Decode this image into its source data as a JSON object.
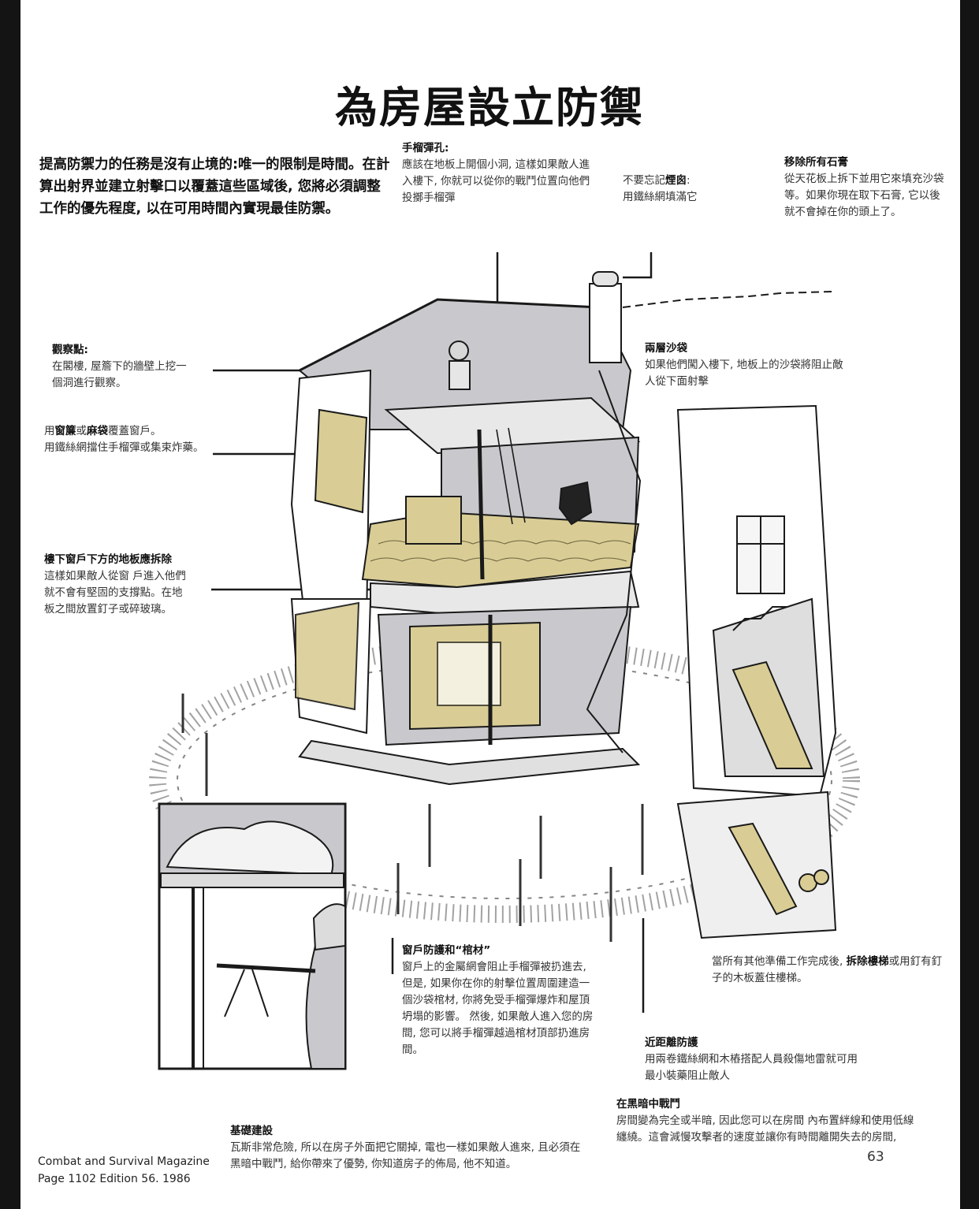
{
  "title": "為房屋設立防禦",
  "intro": "提高防禦力的任務是沒有止境的:唯一的限制是時間。在計算出射界並建立射擊口以覆蓋這些區域後, 您將必須調整工作的優先程度, 以在可用時間內實現最佳防禦。",
  "callouts": {
    "grenade_hole": {
      "heading": "手榴彈孔:",
      "body": "應該在地板上開個小洞, 這樣如果敵人進入樓下, 你就可以從你的戰鬥位置向他們投擲手榴彈"
    },
    "chimney": {
      "prefix": "不要忘記",
      "keyword": "煙囪",
      "suffix": ":",
      "body": "用鐵絲網填滿它"
    },
    "plaster": {
      "heading": "移除所有石膏",
      "body": "從天花板上拆下並用它來填充沙袋等。如果你現在取下石膏, 它以後就不會掉在你的頭上了。"
    },
    "observation": {
      "heading": "觀察點:",
      "body": "在閣樓, 屋簷下的牆壁上挖一個洞進行觀察。"
    },
    "windows": {
      "text_1": "用",
      "kw_1": "窗簾",
      "text_2": "或",
      "kw_2": "麻袋",
      "text_3": "覆蓋窗戶。",
      "body": "用鐵絲網擋住手榴彈或集束炸藥。"
    },
    "floor_removal": {
      "heading": "樓下窗戶下方的地板應拆除",
      "body": "這樣如果敵人從窗 戶進入他們就不會有堅固的支撐點。在地板之間放置釘子或碎玻璃。"
    },
    "sandbags": {
      "heading": "兩層沙袋",
      "body": "如果他們闖入樓下, 地板上的沙袋將阻止敵人從下面射擊"
    },
    "window_protection": {
      "heading": "窗戶防護和“棺材”",
      "body": "窗戶上的金屬網會阻止手榴彈被扔進去, 但是, 如果你在你的射擊位置周圍建造一個沙袋棺材, 你將免受手榴彈爆炸和屋頂坍塌的影響。 然後, 如果敵人進入您的房間, 您可以將手榴彈越過棺材頂部扔進房間。"
    },
    "stairs": {
      "prefix": "當所有其他準備工作完成後,",
      "keyword": "拆除樓梯",
      "suffix": "或用釘有釘子的木板蓋住樓梯。"
    },
    "close_defence": {
      "heading": "近距離防護",
      "body": "用兩卷鐵絲網和木樁搭配人員殺傷地雷就可用最小裝藥阻止敵人"
    },
    "dark_fighting": {
      "heading": "在黑暗中戰鬥",
      "body": "房間變為完全或半暗, 因此您可以在房間 內布置絆線和使用低線纏繞。這會減慢攻擊者的速度並讓你有時間離開失去的房間,"
    },
    "foundation": {
      "heading": "基礎建設",
      "body": "瓦斯非常危險, 所以在房子外面把它關掉, 電也一樣如果敵人進來, 且必須在黑暗中戰鬥, 給你帶來了優勢, 你知道房子的佈局, 他不知道。"
    }
  },
  "footer": {
    "line_1": "Combat and Survival Magazine",
    "line_2": "Page 1102 Edition 56. 1986"
  },
  "page_number": "63",
  "colors": {
    "sandbag": "#d9cd95",
    "wall_shade": "#c9c9cd",
    "ink": "#1a1a1a"
  }
}
